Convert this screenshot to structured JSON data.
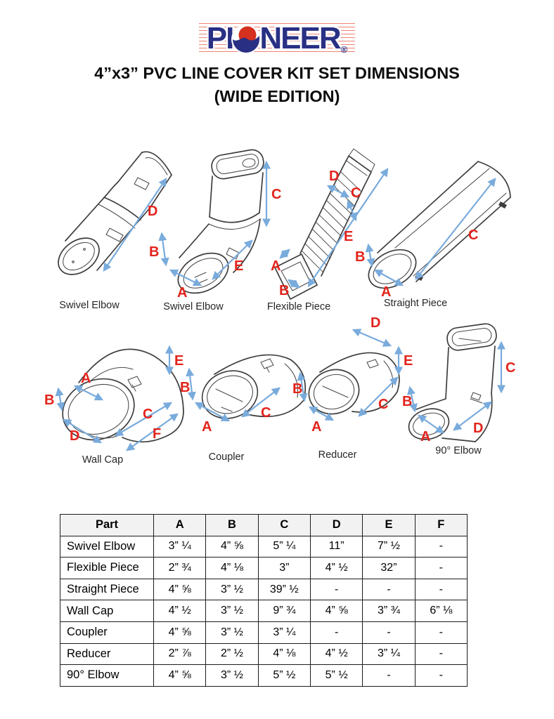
{
  "logo": {
    "text_left": "PI",
    "text_right": "NEER",
    "registered": "®",
    "navy": "#293084",
    "red": "#d6301f",
    "stripe_red": "#ee8474"
  },
  "title": {
    "line1": "4”x3” PVC LINE COVER KIT SET DIMENSIONS",
    "line2": "(WIDE EDITION)"
  },
  "colors": {
    "dimension_label_red": "#e2241c",
    "dimension_arrow_blue": "#79abdc",
    "table_header_bg": "#f2f2f2"
  },
  "figures": [
    {
      "caption": "Swivel Elbow",
      "labels": [
        "D"
      ]
    },
    {
      "caption": "Swivel Elbow",
      "labels": [
        "C",
        "E",
        "B",
        "A"
      ]
    },
    {
      "caption": "Flexible Piece",
      "labels": [
        "D",
        "C",
        "E",
        "A",
        "B"
      ]
    },
    {
      "caption": "Straight Piece",
      "labels": [
        "C",
        "B",
        "A"
      ]
    },
    {
      "caption": "Wall Cap",
      "labels": [
        "A",
        "B",
        "D",
        "C",
        "F",
        "E"
      ]
    },
    {
      "caption": "Coupler",
      "labels": [
        "B",
        "A",
        "C"
      ]
    },
    {
      "caption": "Reducer",
      "labels": [
        "D",
        "E",
        "C",
        "B",
        "A"
      ]
    },
    {
      "caption": "90° Elbow",
      "labels": [
        "C",
        "D",
        "B",
        "A"
      ]
    }
  ],
  "table": {
    "headers": [
      "Part",
      "A",
      "B",
      "C",
      "D",
      "E",
      "F"
    ],
    "rows": [
      {
        "part": "Swivel Elbow",
        "values": [
          "3” ¼",
          "4” ⅝",
          "5” ¼",
          "11”",
          "7” ½",
          "-"
        ]
      },
      {
        "part": "Flexible Piece",
        "values": [
          "2” ¾",
          "4” ⅛",
          "3”",
          "4” ½",
          "32”",
          "-"
        ]
      },
      {
        "part": "Straight Piece",
        "values": [
          "4” ⅝",
          "3” ½",
          "39” ½",
          "-",
          "-",
          "-"
        ]
      },
      {
        "part": "Wall Cap",
        "values": [
          "4” ½",
          "3” ½",
          "9” ¾",
          "4” ⅝",
          "3” ¾",
          "6” ⅛"
        ]
      },
      {
        "part": "Coupler",
        "values": [
          "4” ⅝",
          "3” ½",
          "3” ¼",
          "-",
          "-",
          "-"
        ]
      },
      {
        "part": "Reducer",
        "values": [
          "2” ⅞",
          "2” ½",
          "4” ⅛",
          "4” ½",
          "3” ¼",
          "-"
        ]
      },
      {
        "part": "90° Elbow",
        "values": [
          "4” ⅝",
          "3” ½",
          "5” ½",
          "5” ½",
          "-",
          "-"
        ]
      }
    ]
  }
}
